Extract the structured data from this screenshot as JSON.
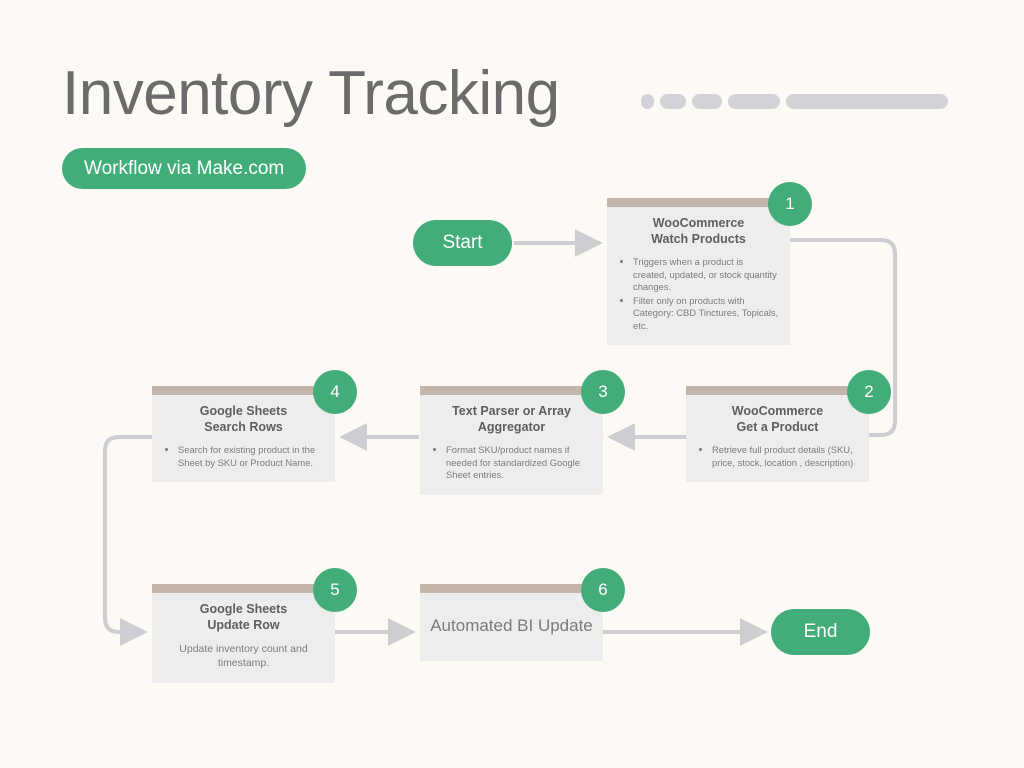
{
  "header": {
    "title": "Inventory Tracking",
    "badge_label": "Workflow via Make.com",
    "accent_color": "#43ad79",
    "title_color": "#6b6b6b",
    "decor_bars": [
      13,
      26,
      30,
      52,
      162
    ]
  },
  "canvas": {
    "background_color": "#fdfaf5",
    "card_background": "#ededed",
    "card_accent_color": "#c4b5ab",
    "connector_color": "#cdcdd2"
  },
  "terminals": {
    "start_label": "Start",
    "end_label": "End"
  },
  "steps": [
    {
      "number": "1",
      "title_line1": "WooCommerce",
      "title_line2": "Watch Products",
      "bullets": [
        "Triggers when a product is created, updated, or stock quantity changes.",
        "Filter only on products with Category: CBD Tinctures, Topicals, etc."
      ]
    },
    {
      "number": "2",
      "title_line1": "WooCommerce",
      "title_line2": "Get a Product",
      "bullets": [
        "Retrieve full product details (SKU, price, stock, location , description)"
      ]
    },
    {
      "number": "3",
      "title_line1": "Text Parser or Array",
      "title_line2": "Aggregator",
      "bullets": [
        "Format SKU/product names if needed for standardized Google Sheet entries."
      ]
    },
    {
      "number": "4",
      "title_line1": "Google Sheets",
      "title_line2": "Search Rows",
      "bullets": [
        "Search for existing product in the Sheet by SKU or Product Name."
      ]
    },
    {
      "number": "5",
      "title_line1": "Google Sheets",
      "title_line2": "Update Row",
      "note": "Update inventory count and timestamp."
    },
    {
      "number": "6",
      "plain_label": "Automated BI Update"
    }
  ]
}
